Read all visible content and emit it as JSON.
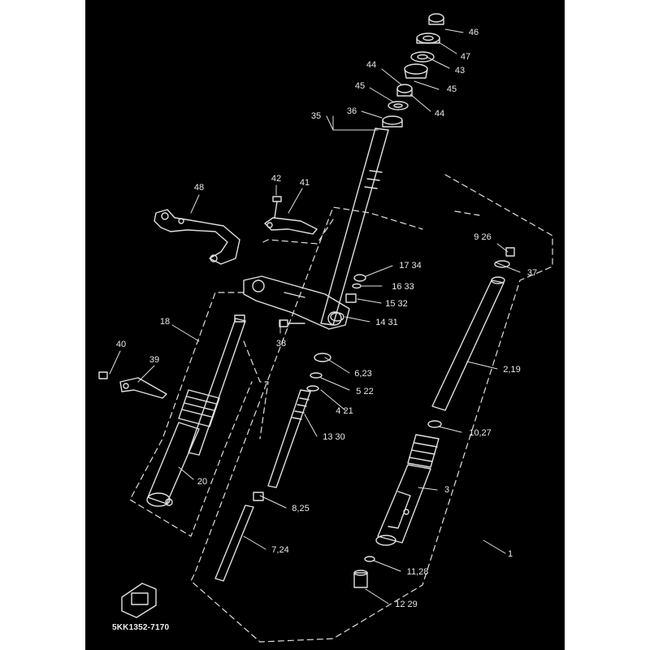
{
  "diagram": {
    "part_code": "5KK1352-7170",
    "colors": {
      "background": "#000000",
      "ink": "#e8e8e8",
      "paper": "#ffffff"
    },
    "labels": {
      "l46": "46",
      "l47": "47",
      "l43": "43",
      "l45a": "45",
      "l44a": "44",
      "l44b": "44",
      "l45b": "45",
      "l36": "36",
      "l35": "35",
      "l48": "48",
      "l42": "42",
      "l41": "41",
      "l926": "9 26",
      "l37": "37",
      "l1734": "17 34",
      "l1633": "16 33",
      "l1532": "15 32",
      "l1431": "14 31",
      "l18": "18",
      "l38": "38",
      "l40": "40",
      "l39": "39",
      "l623": "6,23",
      "l219": "2,19",
      "l522": "5 22",
      "l421": "4 21",
      "l1330": "13 30",
      "l1027": "10,27",
      "l20": "20",
      "l3": "3",
      "l825": "8,25",
      "l724": "7,24",
      "l1": "1",
      "l1128": "11,28",
      "l1229": "12 29"
    }
  }
}
